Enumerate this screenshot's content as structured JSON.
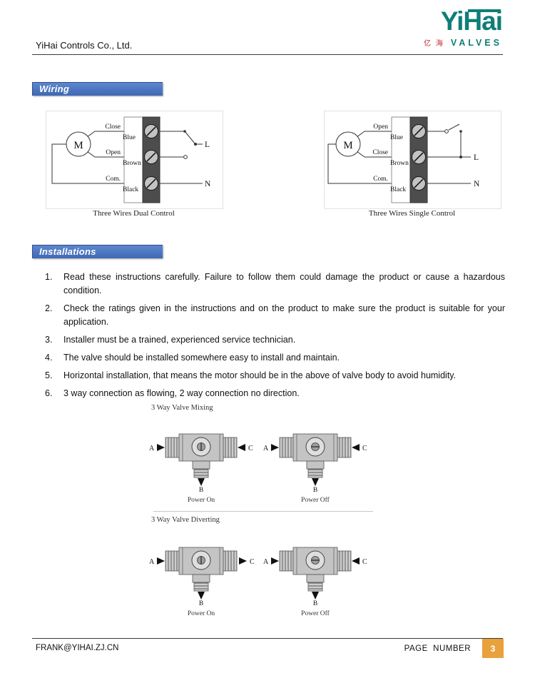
{
  "header": {
    "company": "YiHai Controls Co., Ltd."
  },
  "logo": {
    "wordmark": "YiHai",
    "chinese": "亿 海",
    "tagline": "VALVES"
  },
  "sections": {
    "wiring": "Wiring",
    "installations": "Installations"
  },
  "wiring": {
    "dual": {
      "motor": "M",
      "rows": [
        {
          "side": "Close",
          "wire": "Blue"
        },
        {
          "side": "Open",
          "wire": "Brown"
        },
        {
          "side": "Com.",
          "wire": "Black"
        }
      ],
      "line": "L",
      "neutral": "N",
      "caption": "Three Wires Dual Control"
    },
    "single": {
      "motor": "M",
      "rows": [
        {
          "side": "Open",
          "wire": "Blue"
        },
        {
          "side": "Close",
          "wire": "Brown"
        },
        {
          "side": "Com.",
          "wire": "Black"
        }
      ],
      "line": "L",
      "neutral": "N",
      "caption": "Three Wires Single Control"
    }
  },
  "instructions": [
    {
      "num": "1.",
      "text": "Read these instructions carefully. Failure to follow them could damage the product or cause a hazardous condition."
    },
    {
      "num": "2.",
      "text": "Check the ratings given in the instructions and on the product to make sure the product is suitable for your application."
    },
    {
      "num": "3.",
      "text": "Installer must be a trained, experienced service technician."
    },
    {
      "num": "4.",
      "text": "The valve should be installed somewhere easy to install and maintain."
    },
    {
      "num": "5.",
      "text": "Horizontal installation, that means the motor should be in the above of valve body to avoid humidity."
    },
    {
      "num": "6.",
      "text": "3 way connection as flowing, 2 way connection no direction."
    }
  ],
  "valves": {
    "mixing": {
      "title": "3 Way Valve Mixing",
      "on": {
        "a": "A",
        "b": "B",
        "c": "C",
        "caption": "Power On"
      },
      "off": {
        "a": "A",
        "b": "B",
        "c": "C",
        "caption": "Power Off"
      }
    },
    "diverting": {
      "title": "3 Way Valve Diverting",
      "on": {
        "a": "A",
        "b": "B",
        "c": "C",
        "caption": "Power On"
      },
      "off": {
        "a": "A",
        "b": "B",
        "c": "C",
        "caption": "Power Off"
      }
    }
  },
  "footer": {
    "email": "FRANK@YIHAI.ZJ.CN",
    "page_label": "PAGE  NUMBER",
    "page_number": "3"
  },
  "colors": {
    "accent_blue": "#4b76c4",
    "teal": "#0e7e78",
    "red": "#c22328",
    "orange": "#e8a13c"
  }
}
